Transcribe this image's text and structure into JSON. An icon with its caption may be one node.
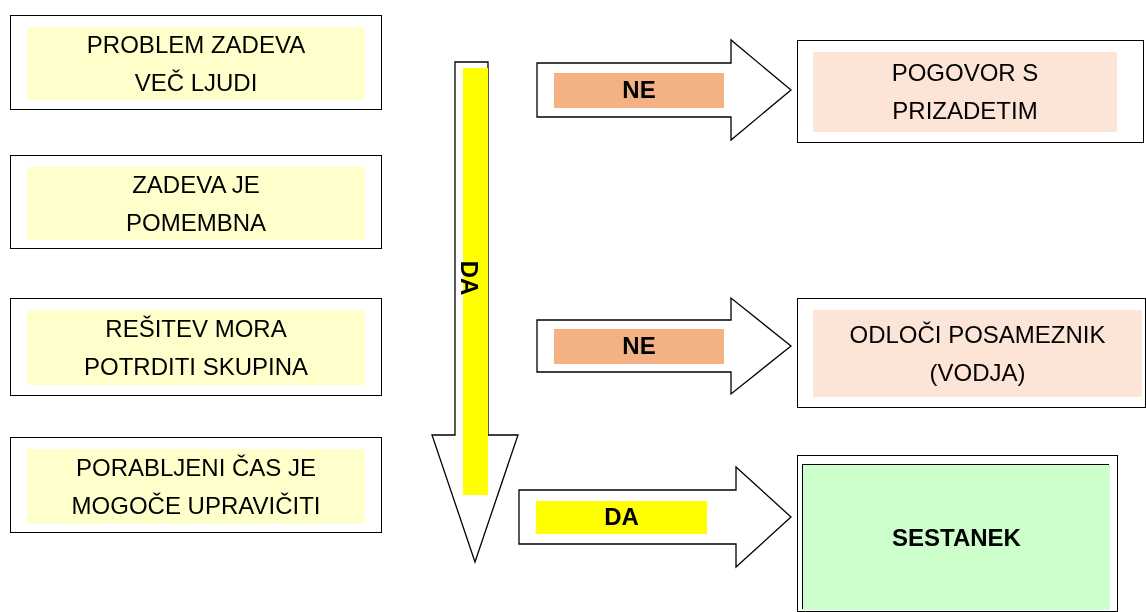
{
  "diagram": {
    "nodes": [
      {
        "text": [
          "PROBLEM ZADEVA VEČ LJUDI"
        ]
      },
      {
        "text": [
          "ZADEVA JE POMEMBNA"
        ]
      },
      {
        "text": [
          "REŠITEV MORA POTRDITI SKUPINA"
        ]
      },
      {
        "text": [
          "PORABLJENI ČAS JE MOGOČE UPRAVIČITI"
        ]
      },
      {
        "text": [
          "DA"
        ]
      },
      {
        "text": [
          "POGOVOR S PRIZADETIM"
        ]
      },
      {
        "text": [
          "ODLOČI POSAMEZNIK (VODJA)"
        ]
      },
      {
        "text": [
          "SESTANEK"
        ]
      }
    ],
    "edges": [
      {
        "from": null,
        "to": 5,
        "arrow": "to",
        "label": "NE",
        "style": "thick"
      },
      {
        "from": null,
        "to": 6,
        "arrow": "to",
        "label": "NE",
        "style": "thick"
      },
      {
        "from": null,
        "to": 7,
        "arrow": "to",
        "label": "DA",
        "style": "thick"
      }
    ]
  }
}
